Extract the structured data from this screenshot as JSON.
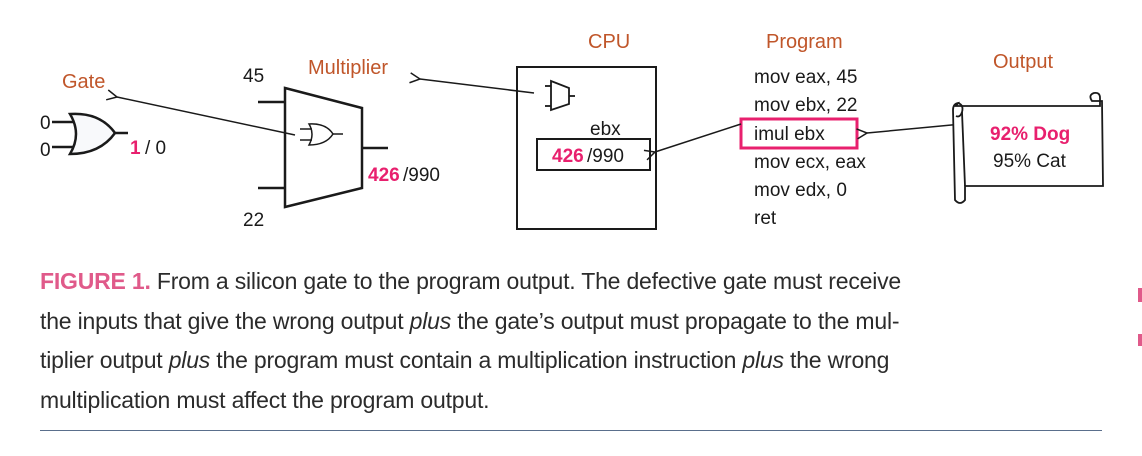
{
  "diagram": {
    "gate": {
      "label": "Gate",
      "inputs": [
        "0",
        "0"
      ],
      "output_wrong": "1",
      "output_right": "/ 0"
    },
    "multiplier": {
      "label": "Multiplier",
      "input_a": "45",
      "input_b": "22",
      "output_wrong": "426",
      "output_right": "/990"
    },
    "cpu": {
      "label": "CPU",
      "register": "ebx",
      "value_wrong": "426",
      "value_right": "/990"
    },
    "program": {
      "label": "Program",
      "lines": [
        "mov eax, 45",
        "mov ebx, 22",
        "imul ebx",
        "mov ecx, eax",
        "mov edx, 0",
        "ret"
      ],
      "highlighted_index": 2
    },
    "output": {
      "label": "Output",
      "wrong": "92% Dog",
      "right": "95% Cat"
    },
    "colors": {
      "label": "#c0562a",
      "highlight": "#e8206e",
      "rule": "#5a6f8c"
    }
  },
  "caption": {
    "figure_label": "FIGURE 1.",
    "l1": " From a silicon gate to the program output. The defective gate must receive",
    "l2a": "the inputs that give the wrong output ",
    "plus": "plus",
    "l2b": " the gate’s output must propagate to the mul-",
    "l3a": "tiplier output ",
    "l3b": " the program must contain a multiplication instruction ",
    "l3c": " the wrong",
    "l4": "multiplication must affect the program output."
  }
}
